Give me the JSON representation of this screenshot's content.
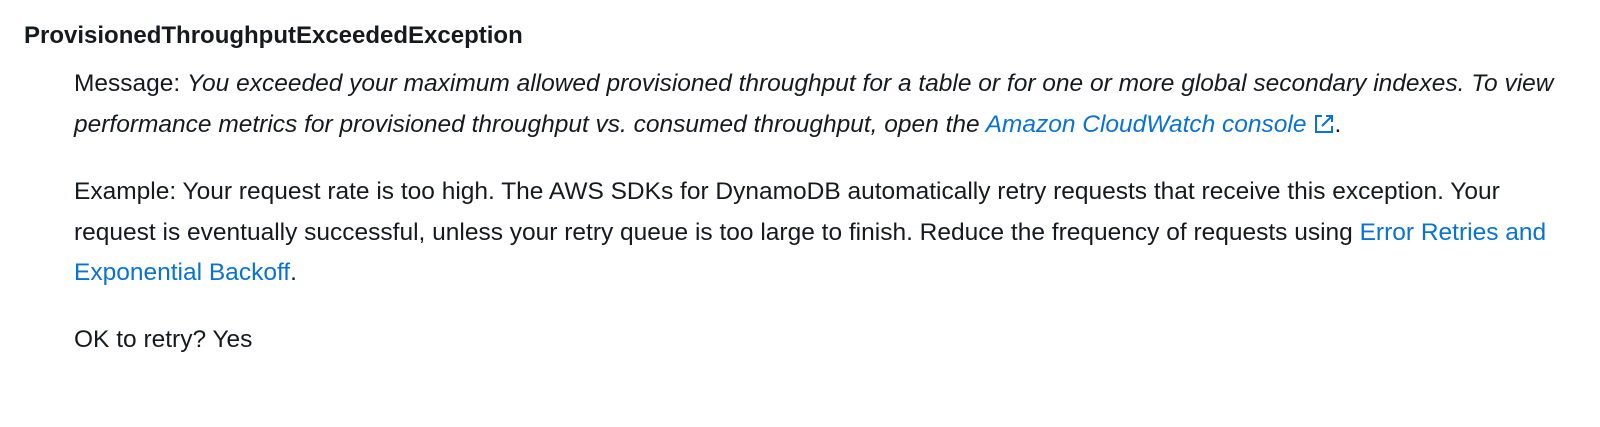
{
  "exception": {
    "name": "ProvisionedThroughputExceededException",
    "message_label": "Message: ",
    "message_text": "You exceeded your maximum allowed provisioned throughput for a table or for one or more global secondary indexes. To view performance metrics for provisioned throughput vs. consumed throughput, open the ",
    "message_link": "Amazon CloudWatch console",
    "message_link_icon": "external-link-icon",
    "message_end": ".",
    "example_label": "Example: ",
    "example_text": "Your request rate is too high. The AWS SDKs for DynamoDB automatically retry requests that receive this exception. Your request is eventually successful, unless your retry queue is too large to finish. Reduce the frequency of requests using ",
    "example_link": "Error Retries and Exponential Backoff",
    "example_end": ".",
    "retry_label": "OK to retry? ",
    "retry_value": "Yes"
  },
  "colors": {
    "text": "#16191f",
    "link": "#0972d3",
    "background": "#ffffff"
  }
}
